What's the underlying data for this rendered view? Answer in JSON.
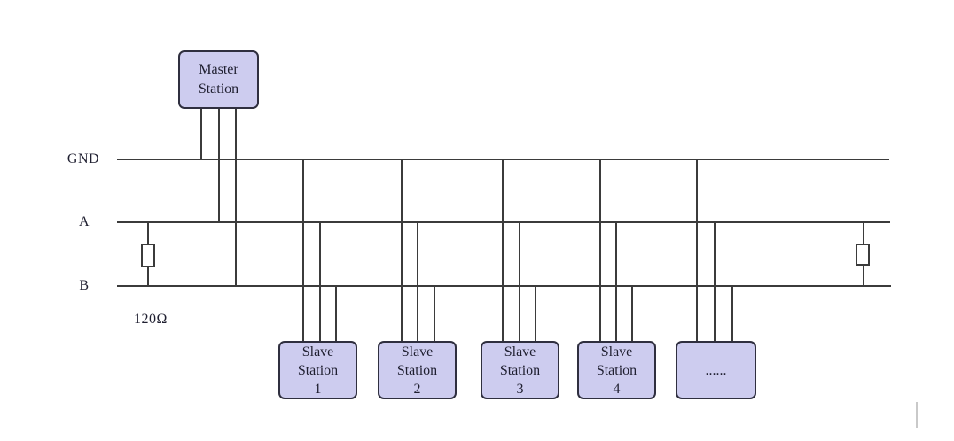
{
  "bus": {
    "gnd_label": "GND",
    "a_label": "A",
    "b_label": "B"
  },
  "termination": {
    "resistance_label": "120Ω"
  },
  "master_station": {
    "line1": "Master",
    "line2": "Station"
  },
  "slave_stations": [
    {
      "line1": "Slave",
      "line2": "Station",
      "line3": "1"
    },
    {
      "line1": "Slave",
      "line2": "Station",
      "line3": "2"
    },
    {
      "line1": "Slave",
      "line2": "Station",
      "line3": "3"
    },
    {
      "line1": "Slave",
      "line2": "Station",
      "line3": "4"
    },
    {
      "ellipsis": "......"
    }
  ],
  "colors": {
    "wire": "#3b3b3b",
    "box_fill": "#cdccef",
    "box_border": "#2f2f3f",
    "text": "#1f1f30",
    "background": "#ffffff"
  }
}
